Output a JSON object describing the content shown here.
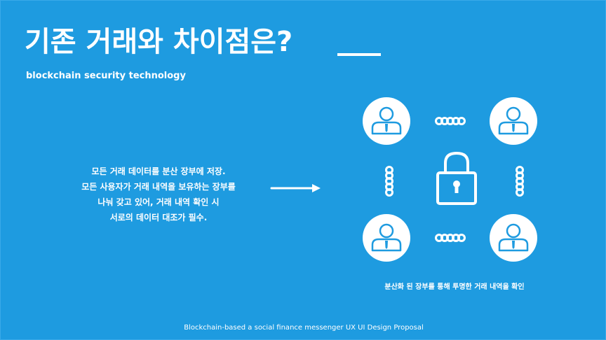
{
  "slide": {
    "title": "기존 거래와 차이점은?",
    "subtitle": "blockchain security technology",
    "description": [
      "모든 거래 데이터를 분산 장부에 저장.",
      "모든 사용자가 거래 내역을 보유하는 장부를",
      "나눠 갖고 있어, 거래 내역 확인 시",
      "서로의 데이터 대조가 필수."
    ],
    "diagram_caption": "분산화 된 장부를 통해 투명한 거래 내역을 확인",
    "footer": "Blockchain-based a social finance messenger UX UI Design Proposal"
  },
  "icons": [
    "arrow-right-icon",
    "user-icon",
    "chain-icon",
    "padlock-icon"
  ],
  "colors": {
    "background": "#1e9be0",
    "foreground": "#ffffff"
  }
}
